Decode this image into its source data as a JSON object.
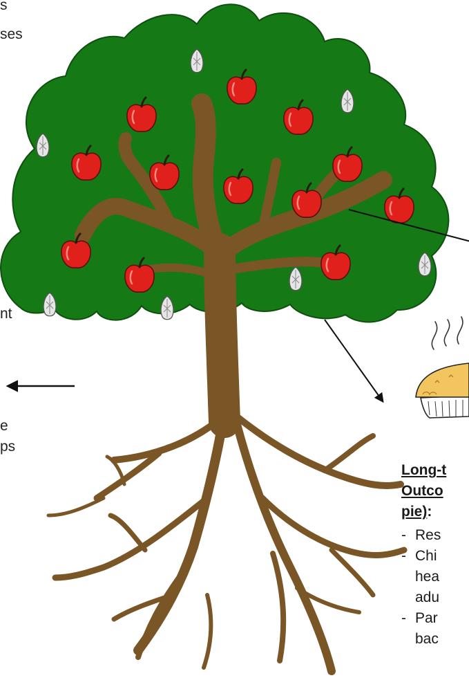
{
  "left_text": {
    "top_fragment_1": "s",
    "top_fragment_2": "ses",
    "mid_fragment": "nt",
    "bottom_fragment_1": "e",
    "bottom_fragment_2": "ps"
  },
  "outcomes_text": {
    "heading_line_1": "Long-t",
    "heading_line_2": "Outco",
    "heading_line_3": "pie)",
    "heading_colon": ":",
    "items": [
      {
        "dash": "-",
        "lines": [
          "Res"
        ]
      },
      {
        "dash": "-",
        "lines": [
          "Chi",
          "hea",
          "adu"
        ]
      },
      {
        "dash": "-",
        "lines": [
          "Par",
          "bac"
        ]
      }
    ]
  },
  "colors": {
    "canopy": "#157a15",
    "trunk": "#7a5526",
    "apple": "#e0201b",
    "seed": "#e6e6e6",
    "pie_crust": "#f2c55e"
  },
  "icons": {
    "apple": "apple-icon",
    "seed": "seed-icon",
    "pie": "pie-icon",
    "arrow": "arrow-icon"
  }
}
